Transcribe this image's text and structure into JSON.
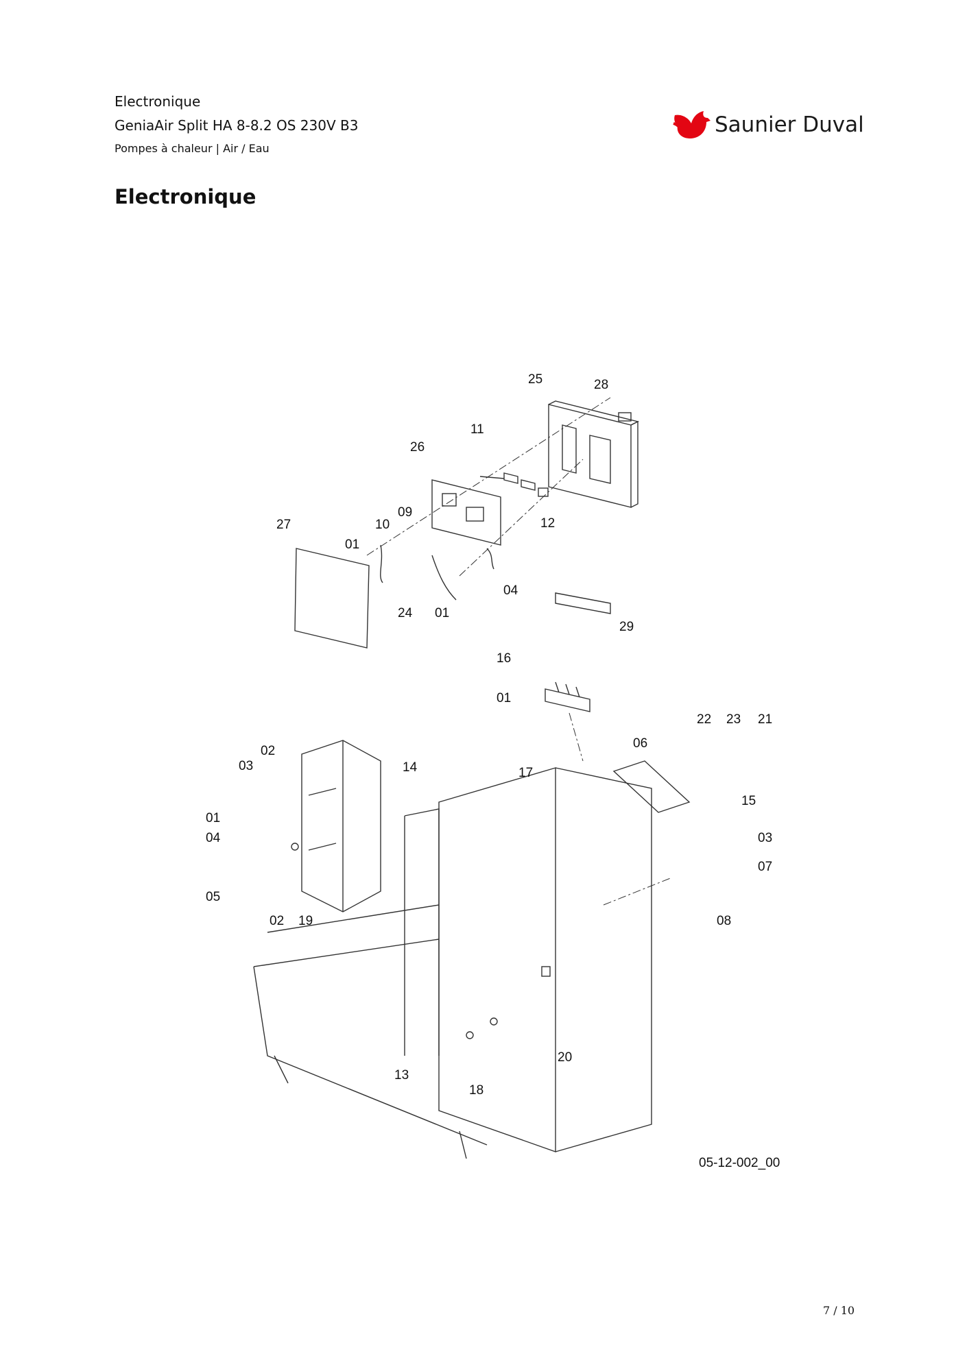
{
  "header": {
    "section": "Electronique",
    "product": "GeniaAir Split HA 8-8.2 OS 230V B3",
    "category": "Pompes à chaleur | Air / Eau"
  },
  "brand": {
    "name": "Saunier Duval",
    "color": "#e30613",
    "icon": "bird-logo-icon"
  },
  "page_title": "Electronique",
  "diagram": {
    "reference": "05-12-002_00",
    "callouts": [
      "25",
      "28",
      "11",
      "26",
      "09",
      "27",
      "10",
      "12",
      "01",
      "04",
      "24",
      "01",
      "29",
      "16",
      "01",
      "22",
      "23",
      "21",
      "06",
      "02",
      "14",
      "03",
      "17",
      "15",
      "01",
      "04",
      "03",
      "07",
      "05",
      "02",
      "19",
      "08",
      "20",
      "13",
      "18"
    ]
  },
  "footer": {
    "page": "7 / 10"
  }
}
